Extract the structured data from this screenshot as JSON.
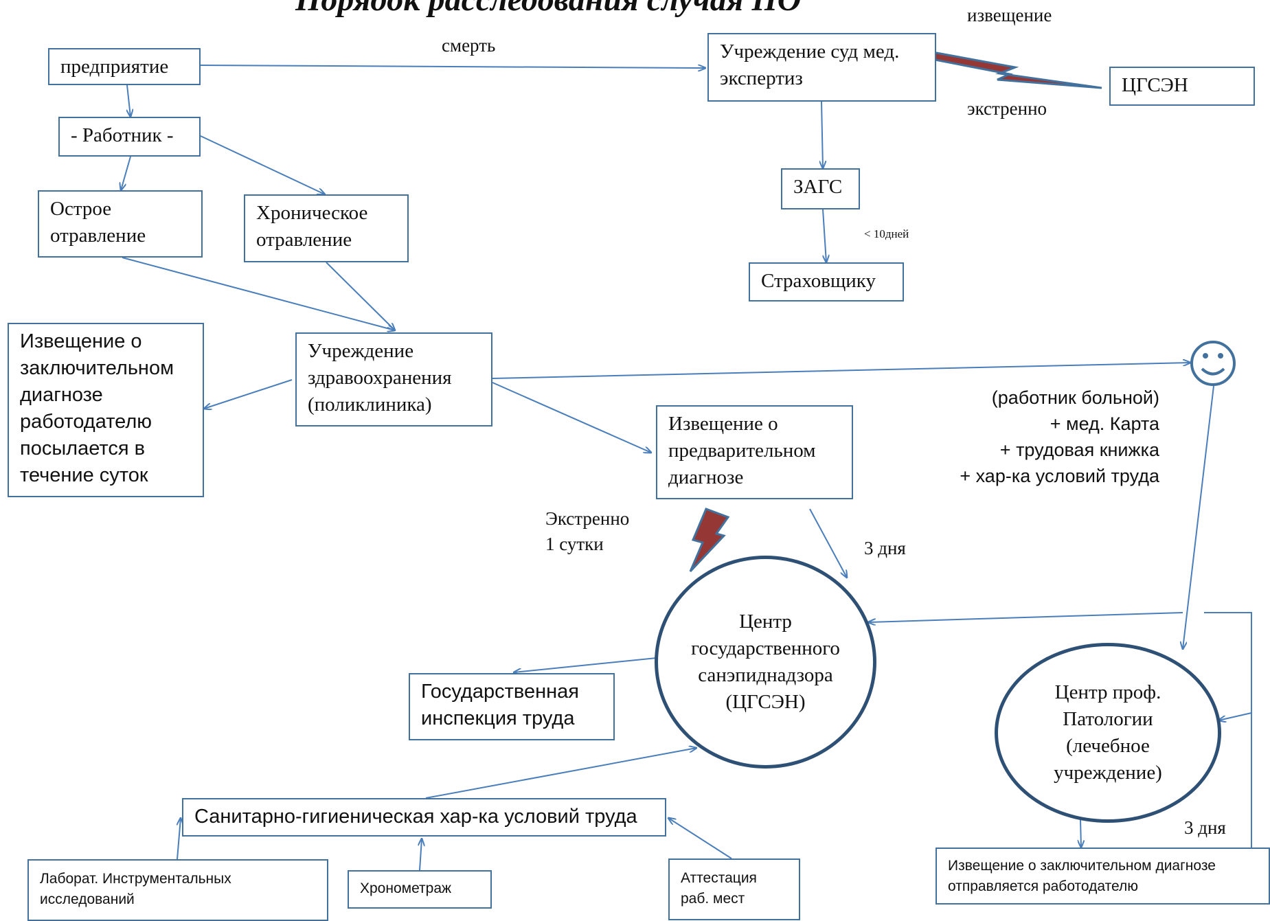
{
  "title": "Порядок расследования случая ПО",
  "edge_labels": {
    "death": "смерть",
    "notice": "извещение",
    "urgent_top": "экстренно",
    "days10": "< 10дней",
    "urgent_day_1": "Экстренно",
    "urgent_day_2": "1 сутки",
    "three_days_1": "3 дня",
    "three_days_2": "3 дня"
  },
  "nodes": {
    "enterprise": "предприятие",
    "worker": "- Работник -",
    "acute": [
      "Острое",
      "отравление"
    ],
    "chronic": [
      "Хроническое",
      "отравление"
    ],
    "forensic": [
      "Учреждение суд мед.",
      "экспертиз"
    ],
    "cgsen_small": "ЦГСЭН",
    "zags": "ЗАГС",
    "insurer": "Страховщику",
    "final_notice_left": [
      "Извещение о",
      "заключительном",
      "диагнозе",
      "работодателю",
      "посылается в",
      "течение суток"
    ],
    "health_inst": [
      "Учреждение",
      "здравоохранения",
      "(поликлиника)"
    ],
    "prelim_notice": [
      "Извещение о",
      "предварительном",
      "диагнозе"
    ],
    "patient_docs": [
      "(работник больной)",
      "+ мед. Карта",
      "+ трудовая книжка",
      "+ хар-ка условий труда"
    ],
    "cgsen_center": [
      "Центр",
      "государственного",
      "санэпиднадзора",
      "(ЦГСЭН)"
    ],
    "prof_path": [
      "Центр проф.",
      "Патологии",
      "(лечебное",
      "учреждение)"
    ],
    "labor_inspection": [
      "Государственная",
      "инспекция труда"
    ],
    "sanitary": "Санитарно-гигиеническая хар-ка условий труда",
    "lab": [
      "Лаборат. Инструментальных",
      "исследований"
    ],
    "timing": "Хронометраж",
    "attestation": [
      "Аттестация",
      "раб. мест"
    ],
    "final_notice_right": [
      "Извещение о заключительном диагнозе",
      "отправляется работодателю"
    ]
  },
  "icons": {
    "smiley": "smiley-face-icon",
    "lightning": "lightning-bolt-icon"
  },
  "colors": {
    "line": "#4a7ebb",
    "border": "#41719c",
    "circle": "#2f5075",
    "bolt": "#953735"
  }
}
